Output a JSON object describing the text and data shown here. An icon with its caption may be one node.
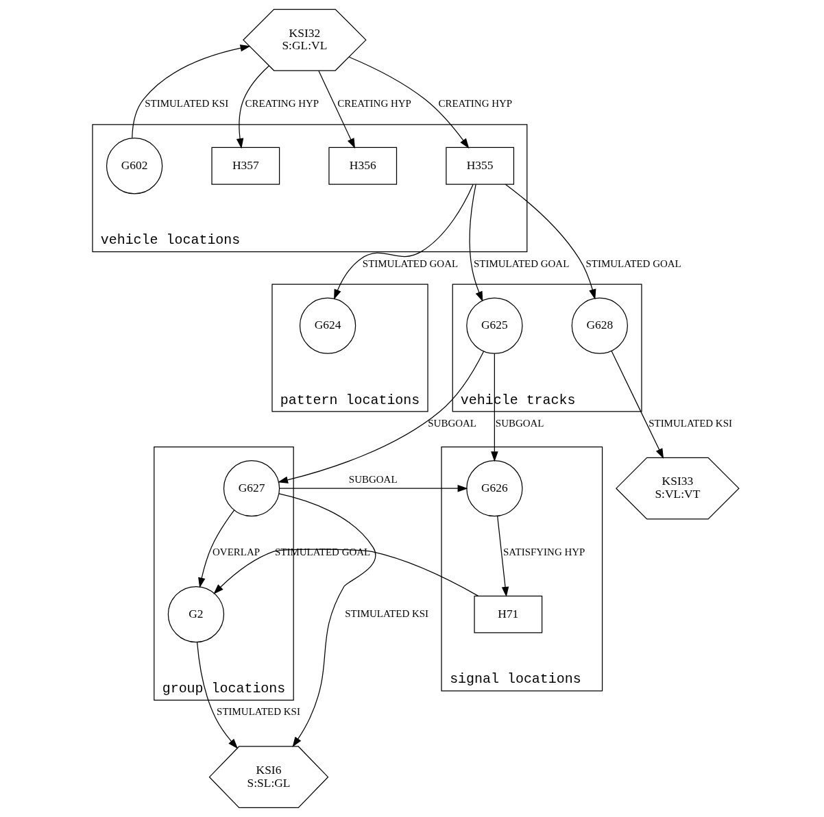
{
  "diagram": {
    "nodes": [
      {
        "text": [
          "pattern locations"
        ]
      },
      {
        "text": [
          "G624"
        ],
        "in": 0
      },
      {
        "text": [
          "vehicle tracks"
        ]
      },
      {
        "text": [
          "G625"
        ],
        "in": 2
      },
      {
        "text": [
          "G628"
        ],
        "in": 2
      },
      {
        "text": [
          "KSI33",
          "S:VL:VT"
        ]
      },
      {
        "text": [
          "vehicle locations"
        ]
      },
      {
        "text": [
          "H357"
        ],
        "in": 6
      },
      {
        "text": [
          "H356"
        ],
        "in": 6
      },
      {
        "text": [
          "H355"
        ],
        "in": 6
      },
      {
        "text": [
          "G602"
        ],
        "in": 6
      },
      {
        "text": [
          "KSI32",
          "S:GL:VL"
        ]
      },
      {
        "text": [
          "group locations"
        ]
      },
      {
        "text": [
          "G2"
        ],
        "in": 12
      },
      {
        "text": [
          "G627"
        ],
        "in": 12
      },
      {
        "text": [
          "KSI6",
          "S:SL:GL"
        ]
      },
      {
        "text": [
          "signal locations"
        ]
      },
      {
        "text": [
          "H71"
        ],
        "in": 16
      },
      {
        "text": [
          "G626"
        ],
        "in": 16
      }
    ],
    "edges": [
      {
        "from": 9,
        "to": 1,
        "arrow": "to",
        "label": "STIMULATED GOAL"
      },
      {
        "from": 9,
        "to": 4,
        "arrow": "to",
        "label": "STIMULATED GOAL"
      },
      {
        "from": 9,
        "to": 3,
        "arrow": "to",
        "label": "STIMULATED GOAL"
      },
      {
        "from": 4,
        "to": 5,
        "arrow": "to",
        "label": "STIMULATED KSI"
      },
      {
        "from": 11,
        "to": 7,
        "arrow": "to",
        "label": "CREATING HYP"
      },
      {
        "from": 11,
        "to": 8,
        "arrow": "to",
        "label": "CREATING HYP"
      },
      {
        "from": 11,
        "to": 9,
        "arrow": "to",
        "label": "CREATING HYP"
      },
      {
        "from": 10,
        "to": 11,
        "arrow": "to",
        "label": "STIMULATED KSI"
      },
      {
        "from": 3,
        "to": 14,
        "arrow": "to",
        "label": "SUBGOAL"
      },
      {
        "from": 3,
        "to": 18,
        "arrow": "to",
        "label": "SUBGOAL"
      },
      {
        "from": 14,
        "to": 13,
        "arrow": "to",
        "label": "OVERLAP"
      },
      {
        "from": 17,
        "to": 13,
        "arrow": "to",
        "label": "STIMULATED GOAL"
      },
      {
        "from": 13,
        "to": 15,
        "arrow": "to",
        "label": "STIMULATED KSI"
      },
      {
        "from": 14,
        "to": 15,
        "arrow": "to",
        "label": "STIMULATED KSI"
      },
      {
        "from": 14,
        "to": 18,
        "arrow": "to",
        "label": "SUBGOAL"
      },
      {
        "from": 18,
        "to": 17,
        "arrow": "to",
        "label": "SATISFYING HYP"
      }
    ]
  }
}
